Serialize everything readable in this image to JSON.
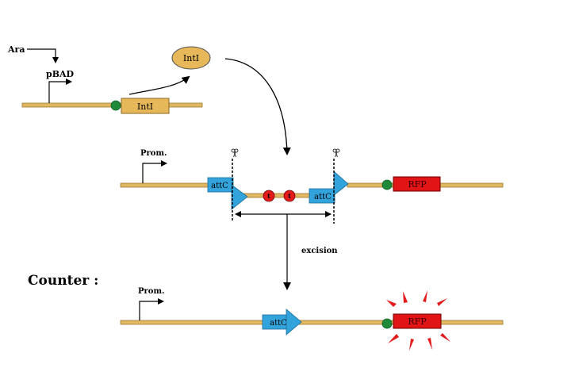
{
  "inducer": {
    "ara": "Ara",
    "promoter": "pBAD"
  },
  "integrase": {
    "gene": "IntI",
    "protein": "IntI"
  },
  "construct": {
    "promoter": "Prom.",
    "site_left": "attC",
    "site_right": "attC",
    "terminator_1": "t",
    "terminator_2": "t",
    "reporter": "RFP"
  },
  "process": {
    "step": "excision"
  },
  "result": {
    "title": "Counter :",
    "promoter": "Prom.",
    "site": "attC",
    "reporter": "RFP"
  },
  "colors": {
    "dna": "#e0b862",
    "dna_edge": "#a07a30",
    "intI": "#e6b85a",
    "attC": "#33a3dc",
    "rbs": "#1f8a3a",
    "terminator": "#e31b1b",
    "rfp": "#e11515",
    "glow": "#e31b1b"
  },
  "icons": [
    "scissors-icon",
    "promoter-arrow-icon",
    "burst-icon"
  ]
}
